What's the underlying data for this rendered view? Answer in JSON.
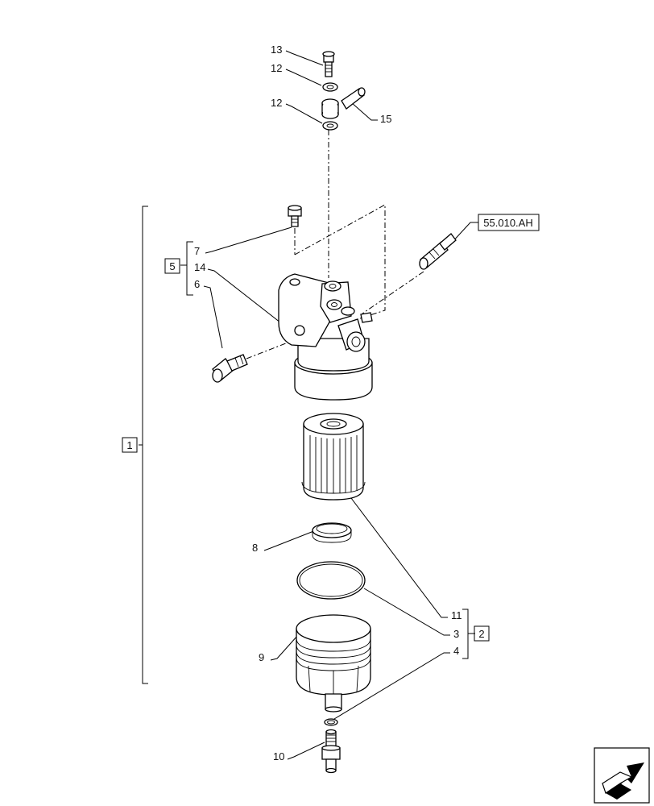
{
  "callouts": {
    "c13": "13",
    "c12a": "12",
    "c12b": "12",
    "c15": "15",
    "c7": "7",
    "c14": "14",
    "c6": "6",
    "c5": "5",
    "c1": "1",
    "c8": "8",
    "c9": "9",
    "c10": "10",
    "c11": "11",
    "c3": "3",
    "c4": "4",
    "c2": "2",
    "ref": "55.010.AH"
  },
  "colors": {
    "line": "#000000",
    "background": "#ffffff"
  },
  "icons": {
    "nav": "next-page-arrow-icon"
  }
}
